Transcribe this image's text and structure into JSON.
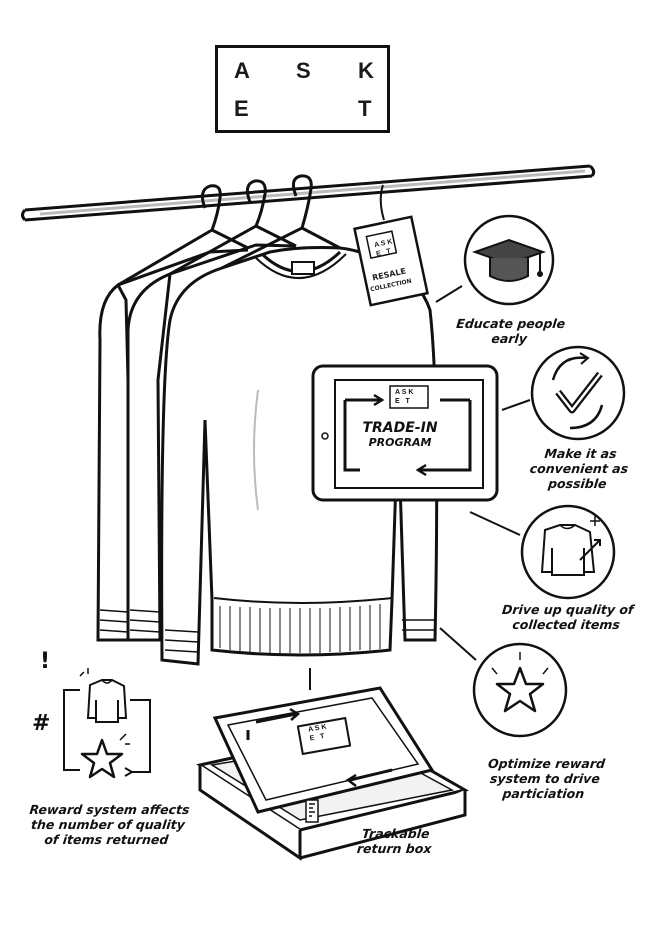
{
  "logo": {
    "l1": "A",
    "l2": "S",
    "l3": "K",
    "l4": "E",
    "l5": "T"
  },
  "tag": {
    "line1": "RESALE",
    "line2": "COLLECTION"
  },
  "tablet": {
    "title1": "TRADE-IN",
    "title2": "PROGRAM"
  },
  "callouts": {
    "educate": "Educate people early",
    "convenient": "Make it as convenient as possible",
    "quality": "Drive up quality of collected items",
    "optimize": "Optimize reward system to drive particiation",
    "reward": "Reward system affects the number of quality of items returned",
    "box": "Trackable return box"
  },
  "icons": [
    "graduation-cap-icon",
    "checkmark-cycle-icon",
    "sweater-sparkle-icon",
    "star-icon",
    "sweater-icon",
    "star-icon"
  ]
}
